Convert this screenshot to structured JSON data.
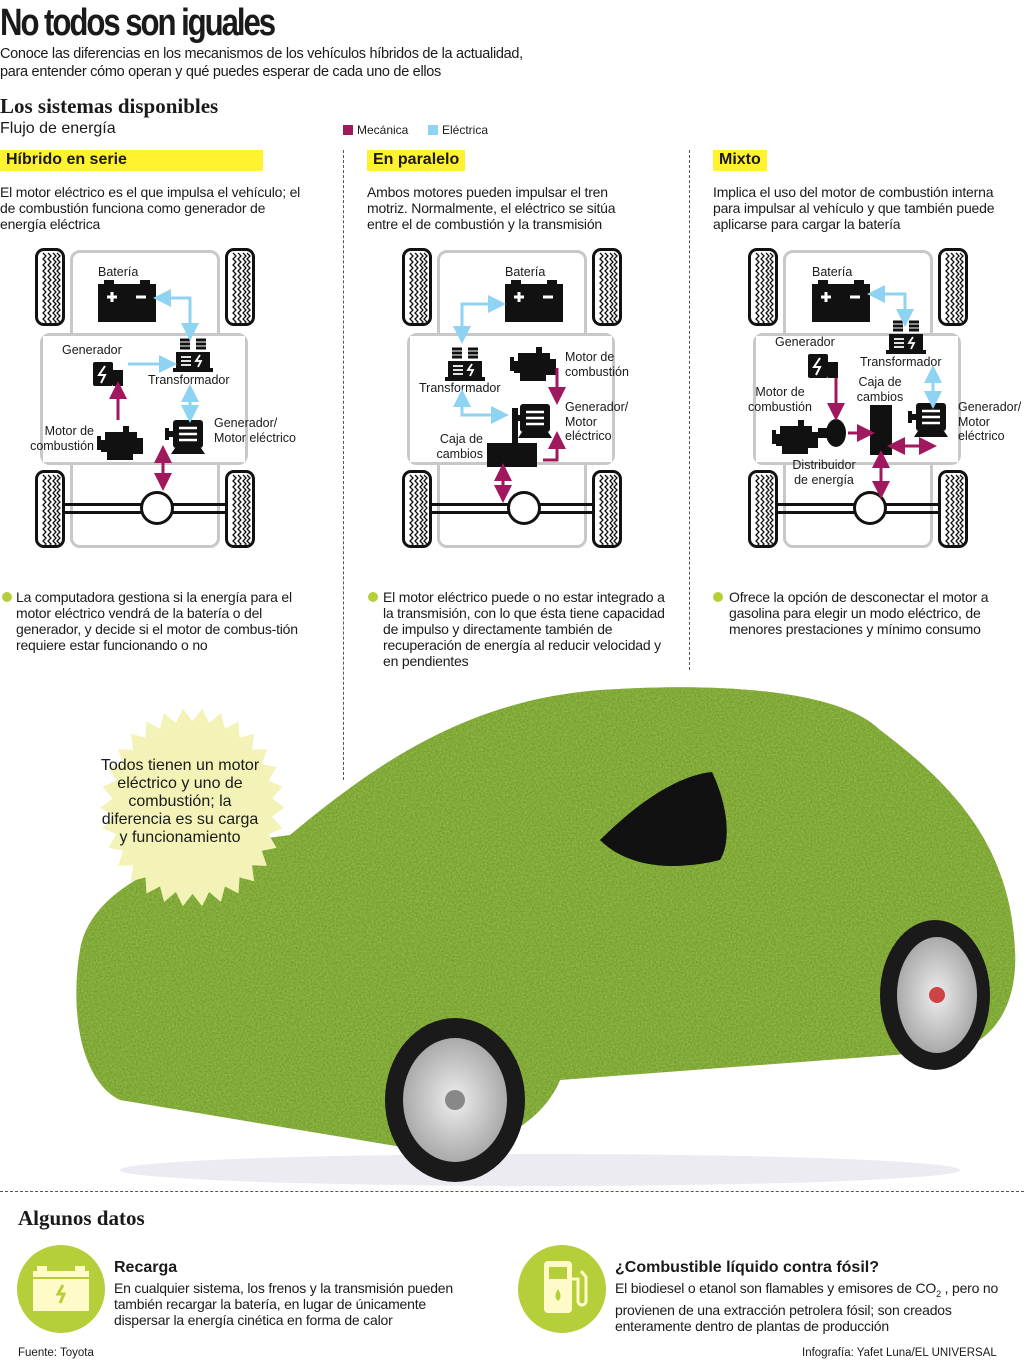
{
  "title": "No todos son iguales",
  "subtitle_lines": [
    "Conoce las diferencias en los mecanismos de los vehículos híbridos de la actualidad,",
    "para entender cómo operan y qué puedes esperar de cada uno de ellos"
  ],
  "section_title": "Los sistemas disponibles",
  "flow_label": "Flujo de energía",
  "legend": [
    {
      "label": "Mecánica",
      "color": "#a0195e"
    },
    {
      "label": "Eléctrica",
      "color": "#8fd3f2"
    }
  ],
  "colors": {
    "highlight": "#fff22e",
    "accent_green": "#b5cf3a",
    "mechanical": "#a0195e",
    "electric": "#8fd3f2"
  },
  "systems": [
    {
      "name": "Híbrido en serie",
      "description": "El motor eléctrico es el que impulsa el vehículo; el de combustión funciona como generador de energía eléctrica",
      "labels": {
        "battery": "Batería",
        "generator": "Generador",
        "transformer": "Transformador",
        "combustion": "Motor de combustión",
        "motor": "Generador/ Motor eléctrico"
      },
      "note": "La computadora gestiona si la energía para el motor eléctrico vendrá de la batería o del generador, y decide si el motor de combus-tión requiere estar funcionando o no"
    },
    {
      "name": "En paralelo",
      "description": "Ambos motores pueden impulsar el tren motriz. Normalmente, el eléctrico se sitúa entre el de combustión y la transmisión",
      "labels": {
        "battery": "Batería",
        "combustion": "Motor de combustión",
        "transformer": "Transformador",
        "motor": "Generador/ Motor eléctrico",
        "gearbox": "Caja de cambios"
      },
      "note": "El motor eléctrico puede o no estar integrado a la transmisión, con lo que ésta tiene capacidad de impulso y directamente también de recuperación de energía al reducir velocidad y en pendientes"
    },
    {
      "name": "Mixto",
      "description": "Implica el uso del motor de combustión interna para impulsar al vehículo y que también puede aplicarse para cargar la batería",
      "labels": {
        "battery": "Batería",
        "generator": "Generador",
        "transformer": "Transformador",
        "combustion": "Motor de combustión",
        "gearbox": "Caja de cambios",
        "motor": "Generador/ Motor eléctrico",
        "distributor": "Distribuidor de energía"
      },
      "note": "Ofrece la opción de desconectar el motor a gasolina para elegir un modo eléctrico, de menores prestaciones y mínimo consumo"
    }
  ],
  "callout": "Todos tienen un motor eléctrico y uno de combustión; la diferencia es su carga y funcionamiento",
  "facts_title": "Algunos datos",
  "facts": [
    {
      "icon": "battery-icon",
      "title": "Recarga",
      "body": "En cualquier sistema, los frenos y la transmisión pueden también recargar la batería, en lugar de únicamente dispersar la energía cinética en forma de calor"
    },
    {
      "icon": "fuel-pump-icon",
      "title": "¿Combustible líquido contra fósil?",
      "body_pre": "El biodiesel o etanol son flamables y emisores de CO",
      "body_sub": "2",
      "body_post": " , pero no provienen de una extracción petrolera fósil; son creados enteramente dentro de plantas de producción"
    }
  ],
  "source": "Fuente: Toyota",
  "credit": "Infografía: Yafet Luna/EL UNIVERSAL"
}
